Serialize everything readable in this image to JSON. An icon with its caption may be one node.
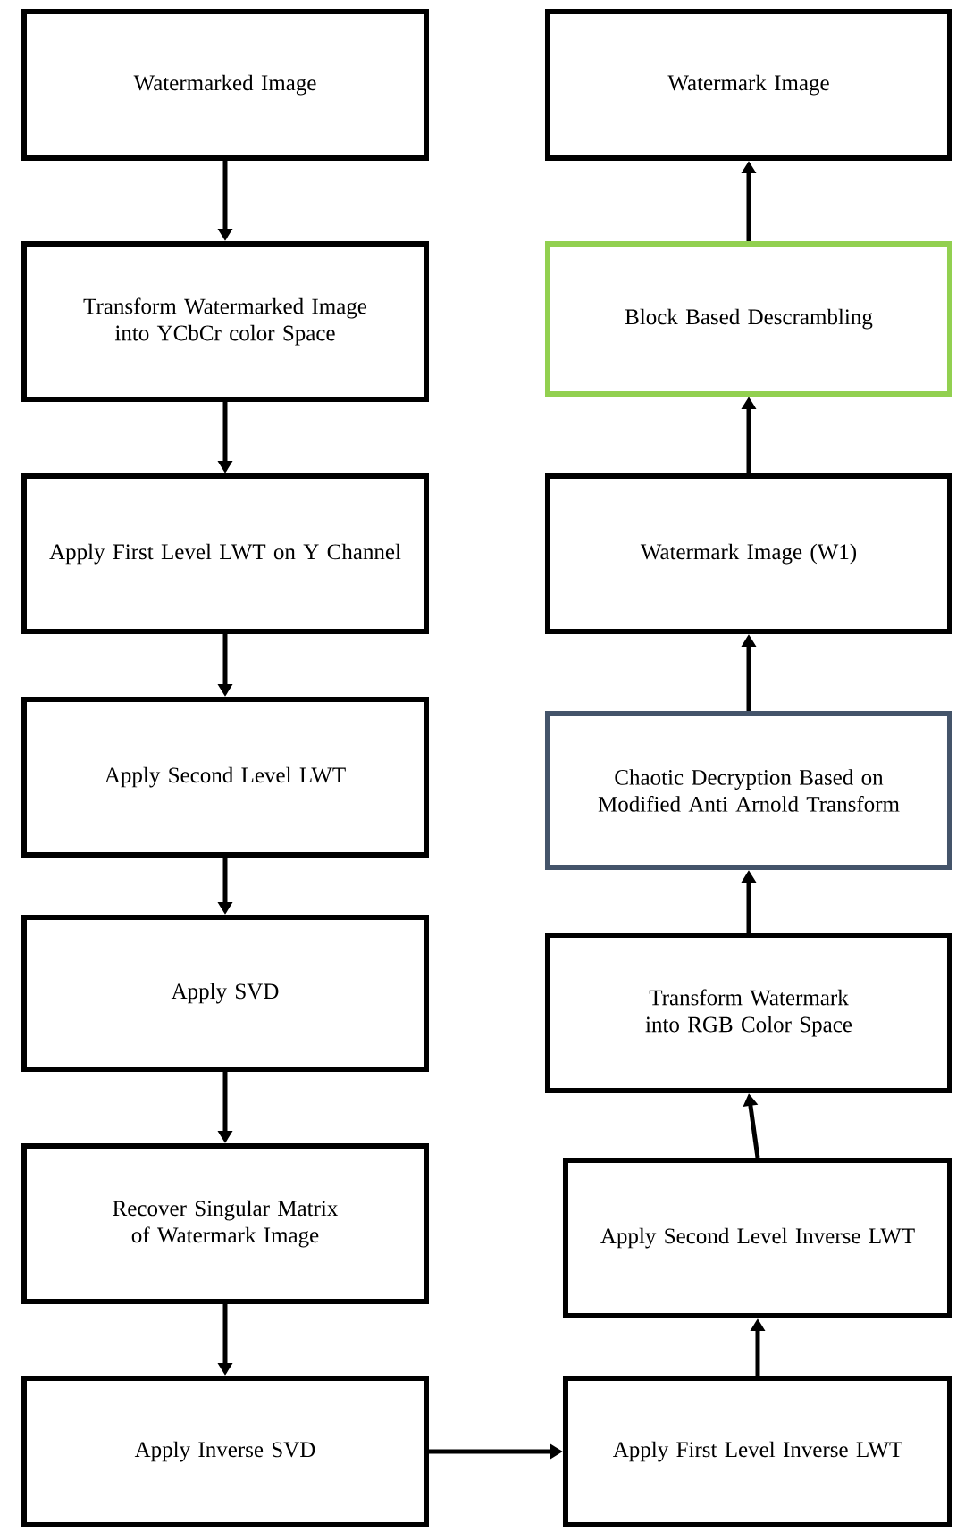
{
  "diagram": {
    "nodes": [
      {
        "text": [
          "Watermarked Image"
        ]
      },
      {
        "text": [
          "Transform Watermarked Image into YCbCr color Space"
        ]
      },
      {
        "text": [
          "Apply First Level LWT on Y Channel"
        ]
      },
      {
        "text": [
          "Apply Second Level LWT"
        ]
      },
      {
        "text": [
          "Apply SVD"
        ]
      },
      {
        "text": [
          "Recover Singular Matrix of Watermark Image"
        ]
      },
      {
        "text": [
          "Apply Inverse SVD"
        ]
      },
      {
        "text": [
          "Apply First Level Inverse LWT"
        ]
      },
      {
        "text": [
          "Apply Second Level Inverse LWT"
        ]
      },
      {
        "text": [
          "Transform Watermark into RGB Color Space"
        ]
      },
      {
        "text": [
          "Chaotic Decryption Based on Modified Anti Arnold Transform"
        ]
      },
      {
        "text": [
          "Watermark Image (W1)"
        ]
      },
      {
        "text": [
          "Block Based Descrambling"
        ]
      },
      {
        "text": [
          "Watermark Image"
        ]
      }
    ],
    "edges": [
      {
        "from": 0,
        "to": 1,
        "arrow": "to"
      },
      {
        "from": 1,
        "to": 2,
        "arrow": "to"
      },
      {
        "from": 2,
        "to": 3,
        "arrow": "to"
      },
      {
        "from": 3,
        "to": 4,
        "arrow": "to"
      },
      {
        "from": 4,
        "to": 5,
        "arrow": "to"
      },
      {
        "from": 5,
        "to": 6,
        "arrow": "to"
      },
      {
        "from": 6,
        "to": 7,
        "arrow": "to"
      },
      {
        "from": 7,
        "to": 8,
        "arrow": "to"
      },
      {
        "from": 8,
        "to": 9,
        "arrow": "to"
      },
      {
        "from": 9,
        "to": 10,
        "arrow": "to"
      },
      {
        "from": 10,
        "to": 11,
        "arrow": "to"
      },
      {
        "from": 11,
        "to": 12,
        "arrow": "to"
      },
      {
        "from": 12,
        "to": 13,
        "arrow": "to"
      }
    ]
  }
}
